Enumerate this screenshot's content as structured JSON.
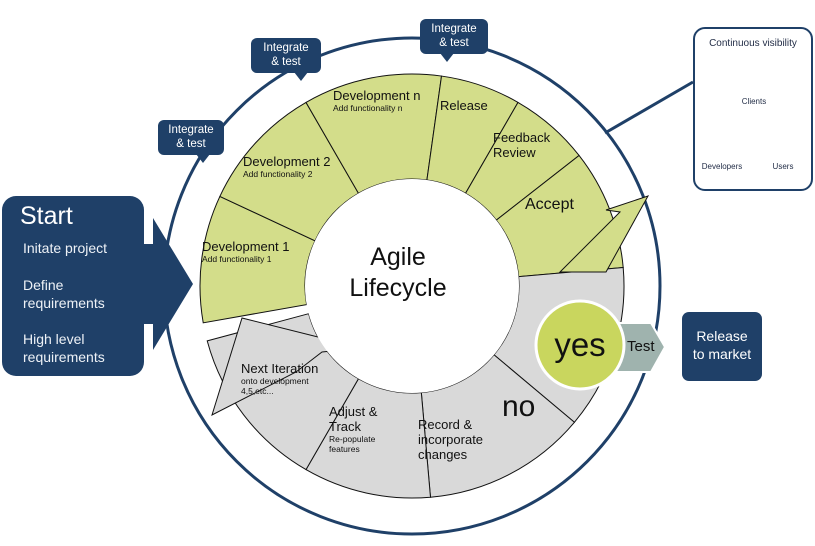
{
  "diagram": {
    "center_title_line1": "Agile",
    "center_title_line2": "Lifecycle",
    "start": {
      "title": "Start",
      "items": [
        "Initate project",
        "Define",
        "requirements",
        "High level",
        "requirements"
      ]
    },
    "segments": {
      "dev1": {
        "title": "Development 1",
        "subtitle": "Add functionality 1"
      },
      "dev2": {
        "title": "Development 2",
        "subtitle": "Add functionality 2"
      },
      "devn": {
        "title": "Development n",
        "subtitle": "Add functionality n"
      },
      "release": {
        "title": "Release"
      },
      "feedback": {
        "title_line1": "Feedback",
        "title_line2": "Review"
      },
      "accept": {
        "title": "Accept"
      },
      "record": {
        "line1": "Record &",
        "line2": "incorporate",
        "line3": "changes"
      },
      "adjust": {
        "line1": "Adjust &",
        "line2": "Track",
        "sub1": "Re-populate",
        "sub2": "features"
      },
      "next": {
        "title": "Next Iteration",
        "sub1": "onto development",
        "sub2": "4,5,etc..."
      }
    },
    "bubbles": [
      {
        "line1": "Integrate",
        "line2": "& test"
      },
      {
        "line1": "Integrate",
        "line2": "& test"
      },
      {
        "line1": "Integrate",
        "line2": "& test"
      }
    ],
    "decision": {
      "yes": "yes",
      "no": "no",
      "test": "Test"
    },
    "release_market": {
      "line1": "Release",
      "line2": "to market"
    },
    "visibility": {
      "title": "Continuous visibility",
      "clients": "Clients",
      "developers": "Developers",
      "users": "Users"
    },
    "colors": {
      "navy": "#1f4068",
      "green_fill": "#d3dd8a",
      "gray_fill": "#d9d9d9",
      "test_fill": "#9fb3ae",
      "yes_fill": "#c9d65e"
    }
  }
}
